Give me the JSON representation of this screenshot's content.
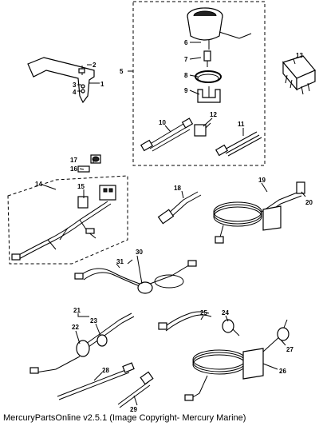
{
  "callouts": {
    "c1": "1",
    "c2": "2",
    "c3": "3",
    "c4": "4",
    "c5": "5",
    "c6": "6",
    "c7": "7",
    "c8": "8",
    "c9": "9",
    "c10": "10",
    "c11": "11",
    "c12": "12",
    "c13": "13",
    "c14": "14",
    "c15": "15",
    "c16": "16",
    "c17": "17",
    "c18": "18",
    "c19": "19",
    "c20": "20",
    "c21": "21",
    "c22": "22",
    "c23": "23",
    "c24": "24",
    "c25": "25",
    "c26": "26",
    "c27": "27",
    "c28": "28",
    "c29": "29",
    "c30": "30",
    "c31": "31"
  },
  "footer": {
    "text": "MercuryPartsOnline v2.5.1 (Image Copyright- Mercury Marine)"
  }
}
